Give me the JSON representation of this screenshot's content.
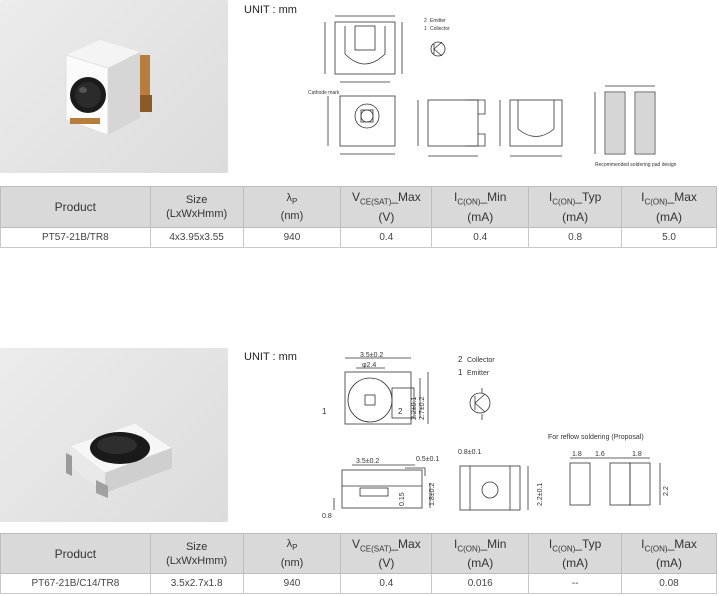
{
  "unit_label": "UNIT : mm",
  "products": [
    {
      "id": "pt57",
      "diagram": {
        "legend_emitter": "Emitter",
        "legend_collector": "Collector",
        "cathode_mark": "Cathode mark",
        "pad_caption": "Recommended soldering pad design",
        "pin1": "1",
        "pin2": "2"
      },
      "table": {
        "headers": {
          "product": "Product",
          "size": "Size",
          "size_unit": "(LxWxHmm)",
          "lambda": "λ",
          "lambda_sub": "P",
          "lambda_unit": "(nm)",
          "vce": "V",
          "vce_sub": "CE(SAT)",
          "vce_suffix": "_Max",
          "vce_unit": "(V)",
          "icmin": "I",
          "icmin_sub": "C(ON)",
          "icmin_suffix": "_Min",
          "icmin_unit": "(mA)",
          "ictyp": "I",
          "ictyp_sub": "C(ON)",
          "ictyp_suffix": "_Typ",
          "ictyp_unit": "(mA)",
          "icmax": "I",
          "icmax_sub": "C(ON)",
          "icmax_suffix": "_Max",
          "icmax_unit": "(mA)"
        },
        "row": [
          "PT57-21B/TR8",
          "4x3.95x3.55",
          "940",
          "0.4",
          "0.4",
          "0.8",
          "5.0"
        ]
      }
    },
    {
      "id": "pt67",
      "diagram": {
        "dim_top": "3.5±0.2",
        "dim_phi": "φ2.4",
        "dim_h1": "2.2±0.1",
        "dim_h2": "2.7±0.2",
        "dim_side_w": "3.5±0.2",
        "dim_lead": "0.5±0.1",
        "dim_side_h": "1.8±0.2",
        "dim_side_s": "0.15",
        "dim_side_b": "0.8",
        "dim_end_w": "0.8±0.1",
        "dim_end_h": "2.2±0.1",
        "legend_collector": "Collector",
        "legend_emitter": "Emitter",
        "reflow_caption": "For reflow soldering (Proposal)",
        "pad_a": "1.8",
        "pad_b": "1.6",
        "pad_c": "1.8",
        "pad_h": "2.2",
        "pin1": "1",
        "pin2": "2"
      },
      "table": {
        "headers": {
          "product": "Product",
          "size": "Size",
          "size_unit": "(LxWxHmm)",
          "lambda": "λ",
          "lambda_sub": "P",
          "lambda_unit": "(nm)",
          "vce": "V",
          "vce_sub": "CE(SAT)",
          "vce_suffix": "_Max",
          "vce_unit": "(V)",
          "icmin": "I",
          "icmin_sub": "C(ON)",
          "icmin_suffix": "_Min",
          "icmin_unit": "(mA)",
          "ictyp": "I",
          "ictyp_sub": "C(ON)",
          "ictyp_suffix": "_Typ",
          "ictyp_unit": "(mA)",
          "icmax": "I",
          "icmax_sub": "C(ON)",
          "icmax_suffix": "_Max",
          "icmax_unit": "(mA)"
        },
        "row": [
          "PT67-21B/C14/TR8",
          "3.5x2.7x1.8",
          "940",
          "0.4",
          "0.016",
          "--",
          "0.08"
        ]
      }
    }
  ]
}
